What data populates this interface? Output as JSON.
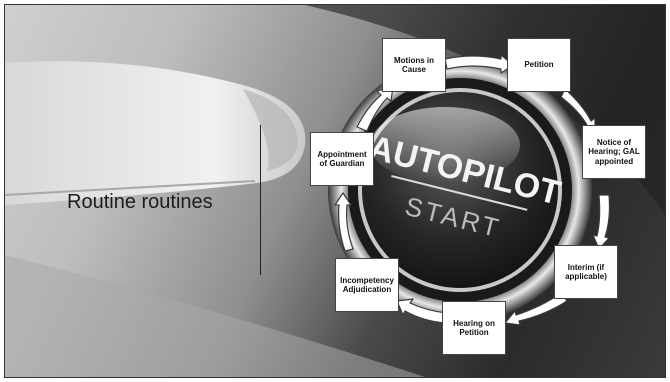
{
  "slide": {
    "title": "Routine routines",
    "button": {
      "brand": "AUTOPILOT",
      "sub": "START"
    }
  },
  "cycle": {
    "steps": [
      {
        "label": "Petition"
      },
      {
        "label": "Notice of Hearing; GAL appointed"
      },
      {
        "label": "Interim (if applicable)"
      },
      {
        "label": "Hearing on Petition"
      },
      {
        "label": "Incompetency Adjudication"
      },
      {
        "label": "Appointment of Guardian"
      },
      {
        "label": "Motions in Cause"
      }
    ],
    "colors": {
      "box_fill": "#ffffff",
      "arrow_fill": "#ffffff",
      "arrow_stroke": "#3a3a3a"
    }
  }
}
